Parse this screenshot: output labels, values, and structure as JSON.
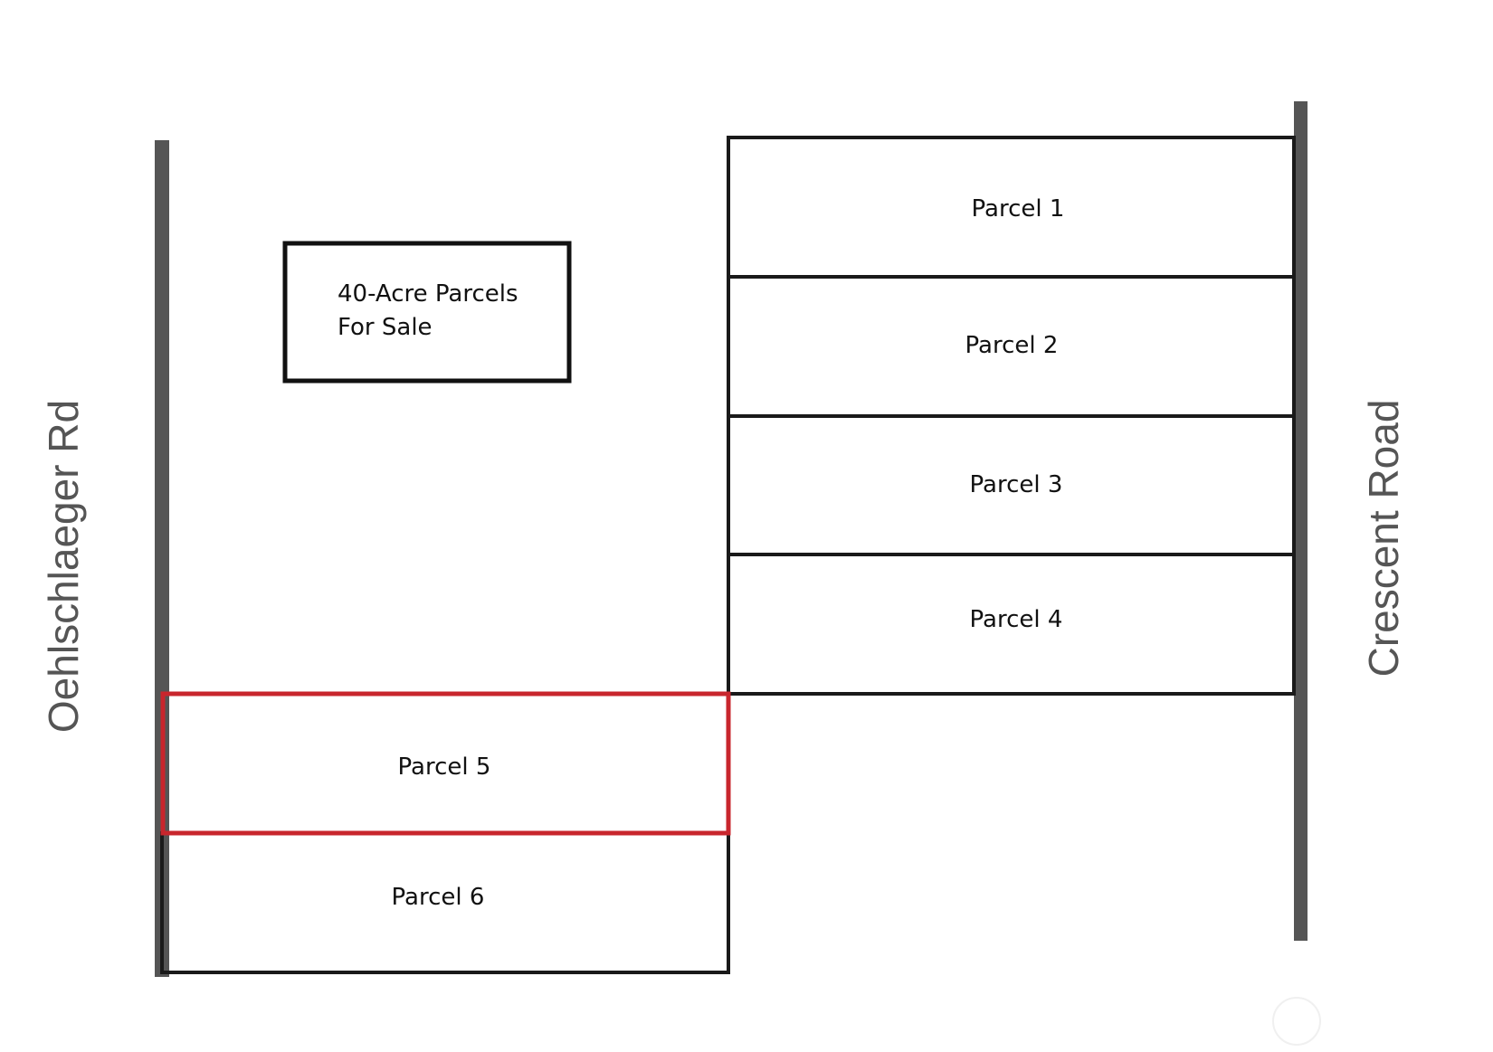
{
  "roads": {
    "west": {
      "name": "Oehlschlaeger Rd"
    },
    "east": {
      "name": "Crescent Road"
    }
  },
  "callout": {
    "line1": "40-Acre Parcels",
    "line2": "For Sale"
  },
  "parcels": [
    {
      "label": "Parcel 1",
      "highlighted": false
    },
    {
      "label": "Parcel 2",
      "highlighted": false
    },
    {
      "label": "Parcel 3",
      "highlighted": false
    },
    {
      "label": "Parcel 4",
      "highlighted": false
    },
    {
      "label": "Parcel 5",
      "highlighted": true
    },
    {
      "label": "Parcel 6",
      "highlighted": false
    }
  ],
  "colors": {
    "road": "#555555",
    "boundary": "#1a1a1a",
    "highlight": "#c8262d",
    "label": "#111111"
  }
}
